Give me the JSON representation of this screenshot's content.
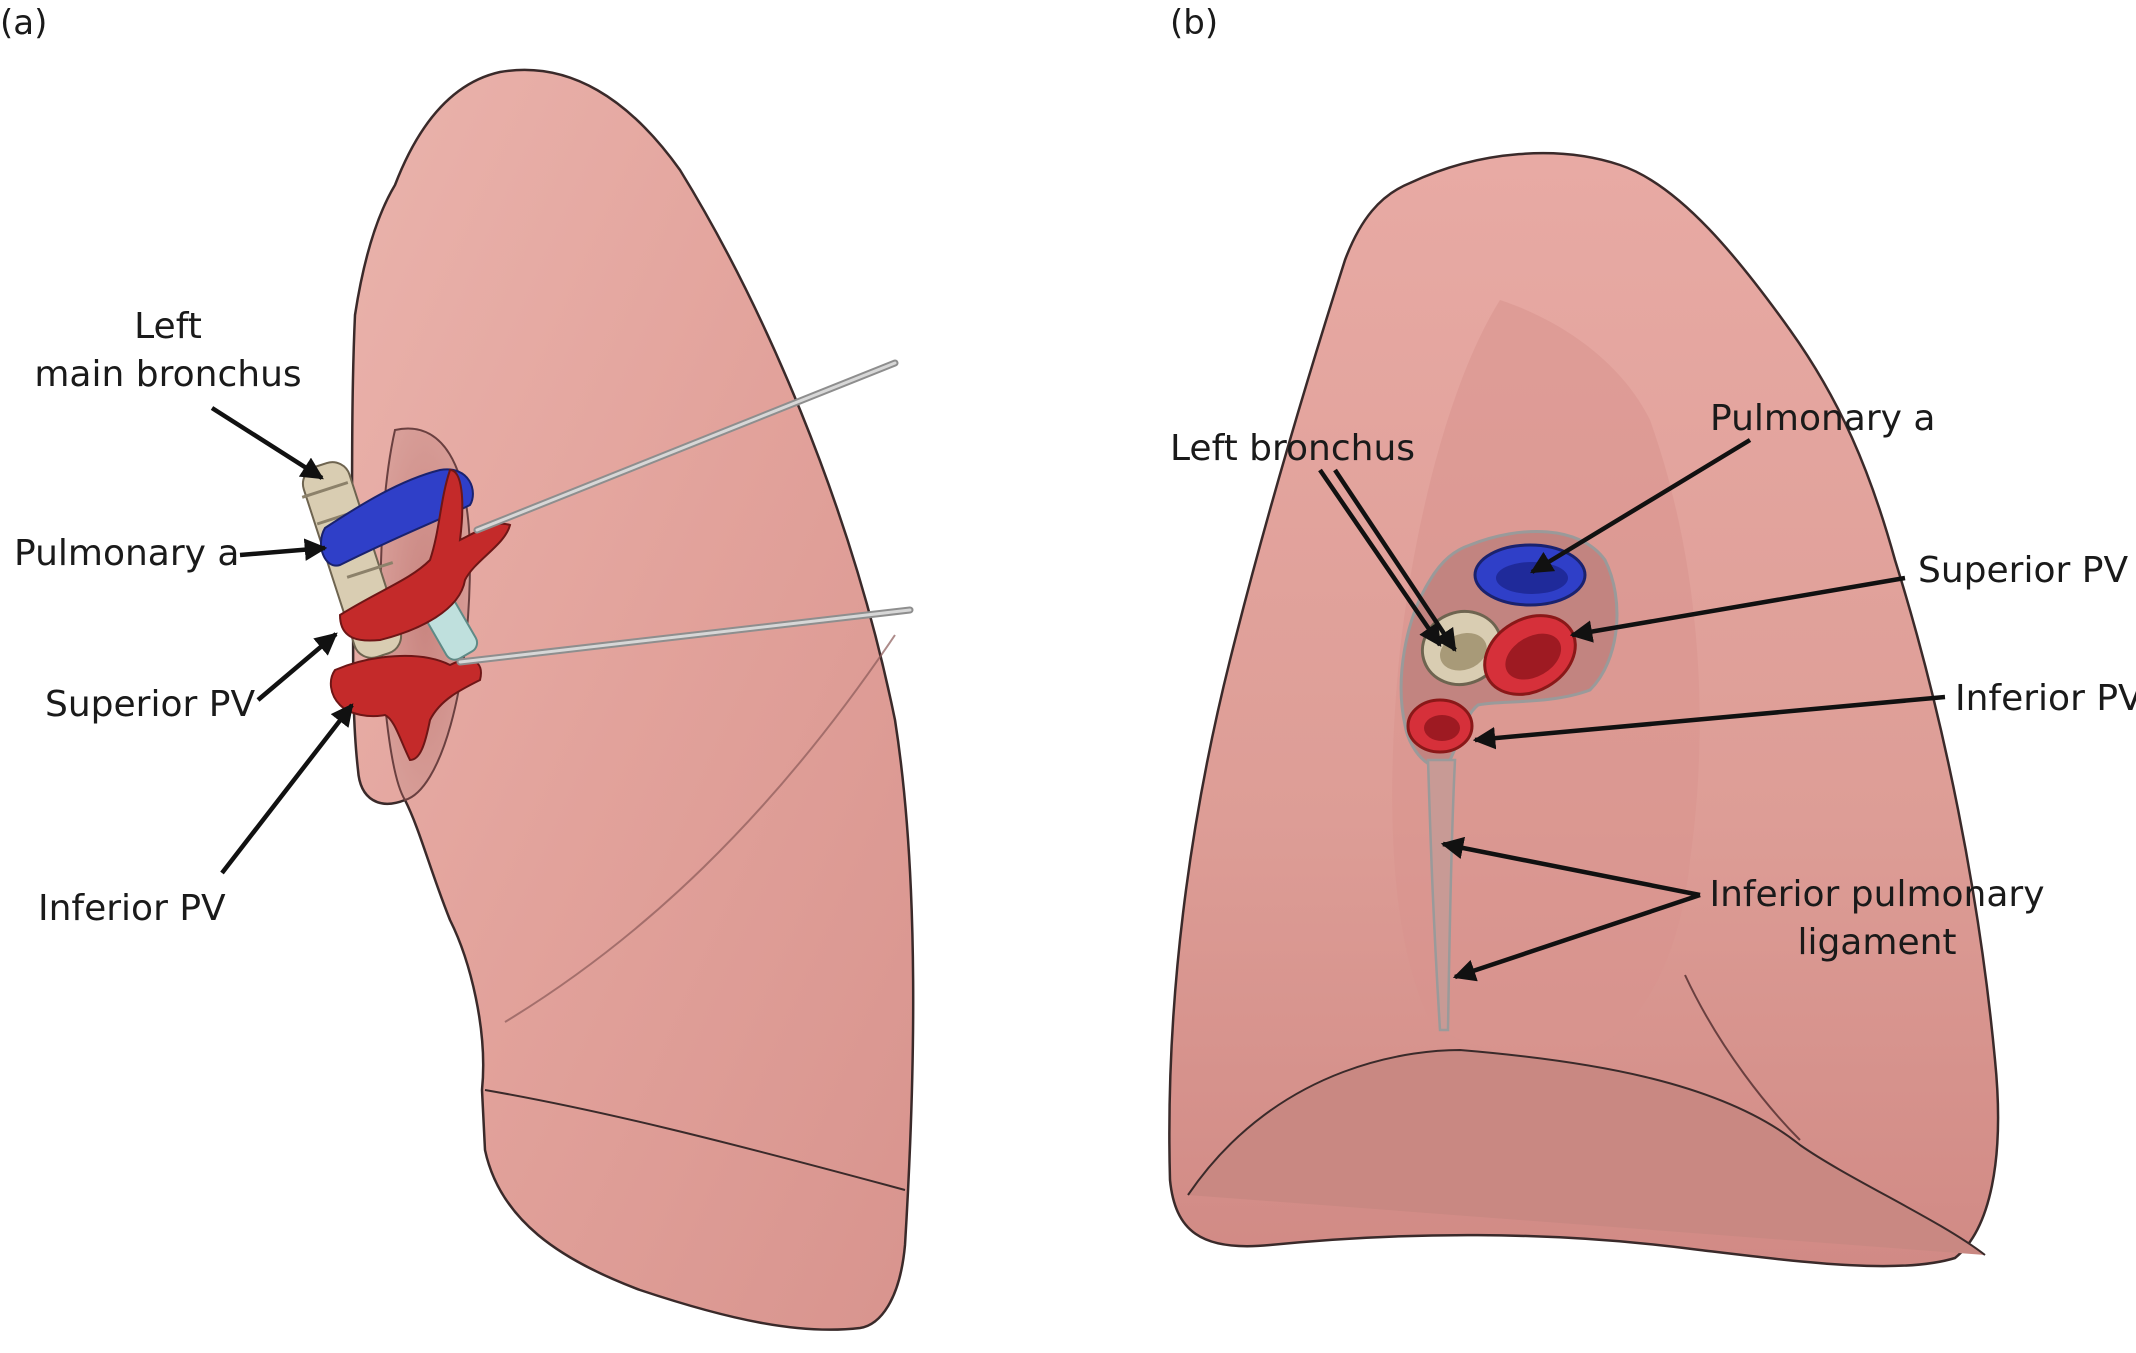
{
  "panel_a": {
    "tag": "(a)",
    "labels": {
      "left_main_bronchus_line1": "Left",
      "left_main_bronchus_line2": "main bronchus",
      "pulmonary_a": "Pulmonary a",
      "superior_pv": "Superior PV",
      "inferior_pv": "Inferior PV"
    }
  },
  "panel_b": {
    "tag": "(b)",
    "labels": {
      "left_bronchus": "Left bronchus",
      "pulmonary_a": "Pulmonary a",
      "superior_pv": "Superior PV",
      "inferior_pv": "Inferior PV",
      "inferior_pulmonary_ligament_line1": "Inferior pulmonary",
      "inferior_pulmonary_ligament_line2": "ligament"
    }
  },
  "colors": {
    "lung_fill": "#e4a7a0",
    "lung_edge": "#3a2a2a",
    "pulmonary_artery": "#2f3fc8",
    "pulmonary_vein": "#c42a2a",
    "bronchus": "#d9cdb2"
  }
}
